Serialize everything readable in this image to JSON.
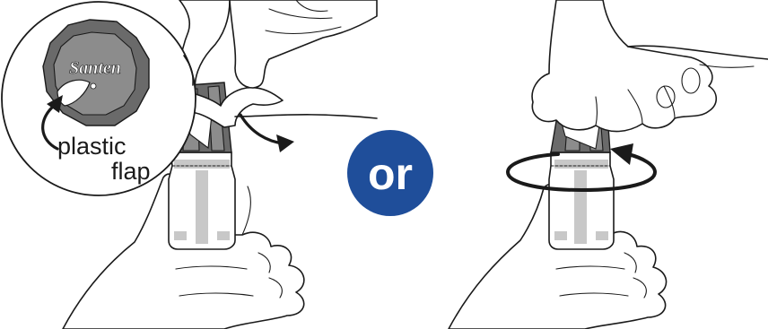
{
  "or_badge": {
    "text": "or",
    "color": "#1f4e9a"
  },
  "logo": {
    "text": "Santen"
  },
  "callout": {
    "line1": "plastic",
    "line2": "flap"
  },
  "colors": {
    "cap": "#6a6a6a",
    "cap_light": "#8c8c8c",
    "bottle_band": "#c8c8c8",
    "ink": "#1a1a1a"
  }
}
